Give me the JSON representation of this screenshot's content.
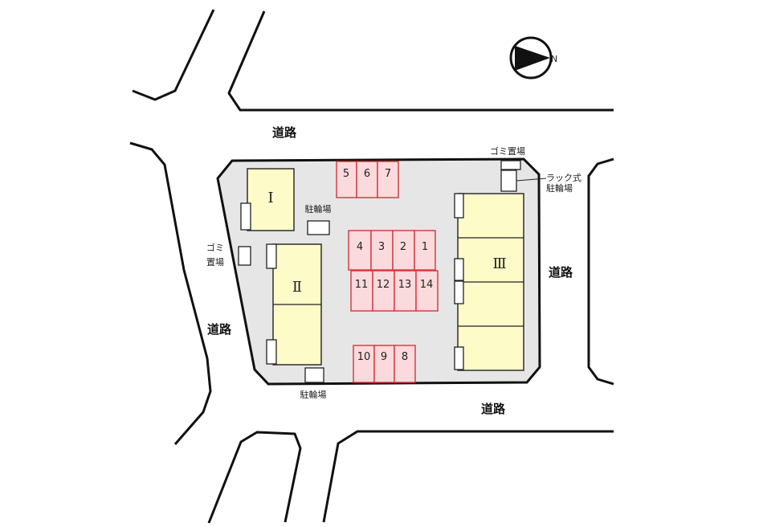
{
  "roads": {
    "top": "道路",
    "left": "道路",
    "right": "道路",
    "bottom": "道路"
  },
  "compass": {
    "letter": "N"
  },
  "buildings": {
    "b1": "Ⅰ",
    "b2": "Ⅱ",
    "b3": "Ⅲ"
  },
  "facilities": {
    "garbage_top": "ゴミ置場",
    "rack_bike_line1": "ラック式",
    "rack_bike_line2": "駐輪場",
    "bike_center": "駐輪場",
    "garbage_left_line1": "ゴミ",
    "garbage_left_line2": "置場",
    "bike_bottom": "駐輪場"
  },
  "parking": {
    "s1": "1",
    "s2": "2",
    "s3": "3",
    "s4": "4",
    "s5": "5",
    "s6": "6",
    "s7": "7",
    "s8": "8",
    "s9": "9",
    "s10": "10",
    "s11": "11",
    "s12": "12",
    "s13": "13",
    "s14": "14"
  },
  "colors": {
    "lot": "#e6e6e6",
    "building": "#fdfbc8",
    "parking_fill": "#fadadd",
    "parking_stroke": "#d4343b"
  }
}
